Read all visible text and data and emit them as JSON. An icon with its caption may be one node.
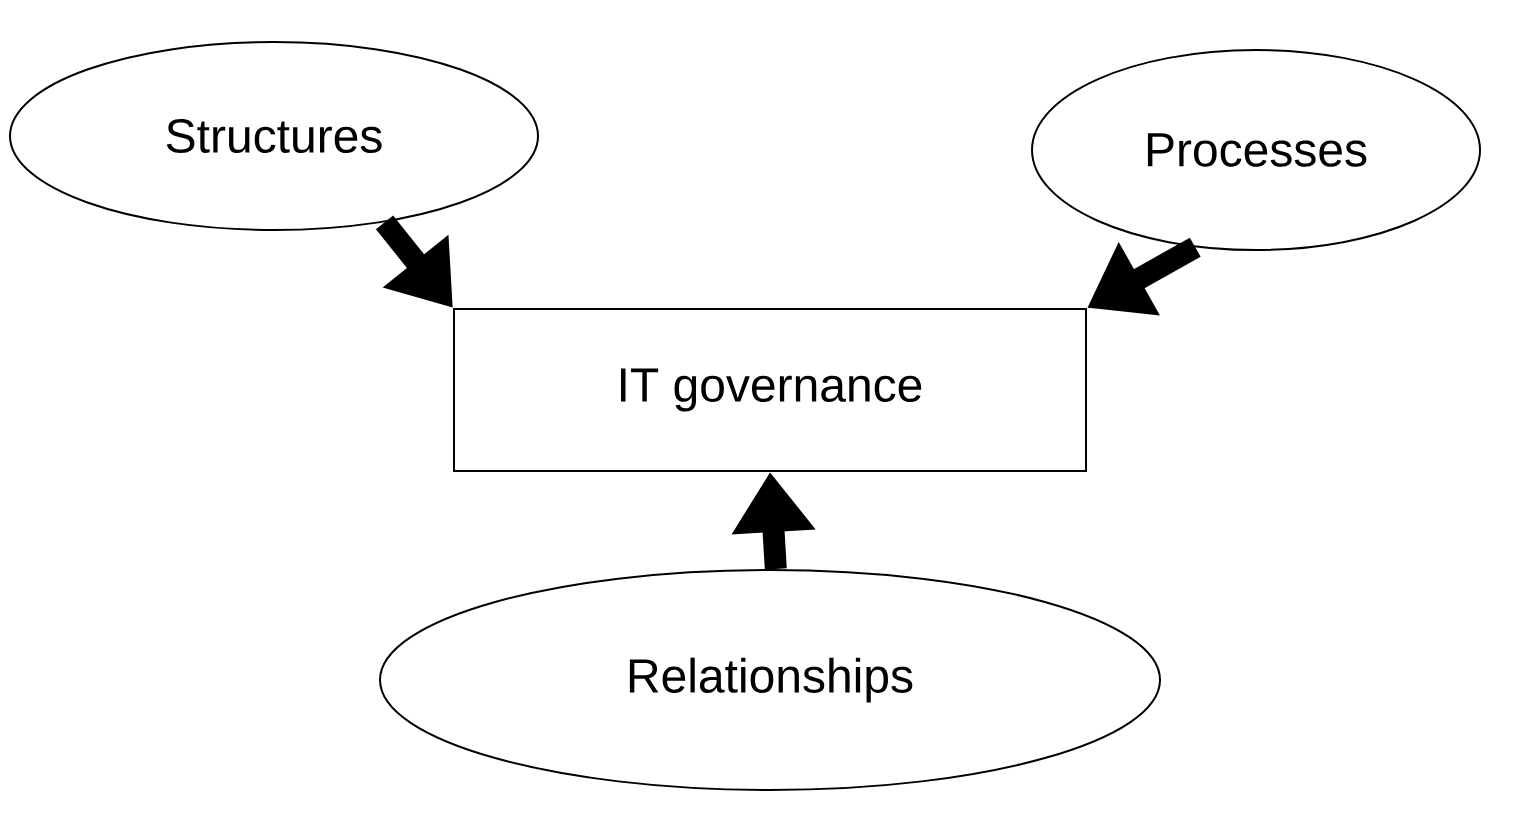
{
  "diagram": {
    "nodes": [
      {
        "text": [
          "Structures"
        ]
      },
      {
        "text": [
          "Processes"
        ]
      },
      {
        "text": [
          "IT governance"
        ]
      },
      {
        "text": [
          "Relationships"
        ]
      }
    ],
    "edges": [
      {
        "from": 0,
        "to": 2,
        "arrow": "to"
      },
      {
        "from": 1,
        "to": 2,
        "arrow": "to"
      },
      {
        "from": 3,
        "to": 2,
        "arrow": "to"
      }
    ]
  }
}
